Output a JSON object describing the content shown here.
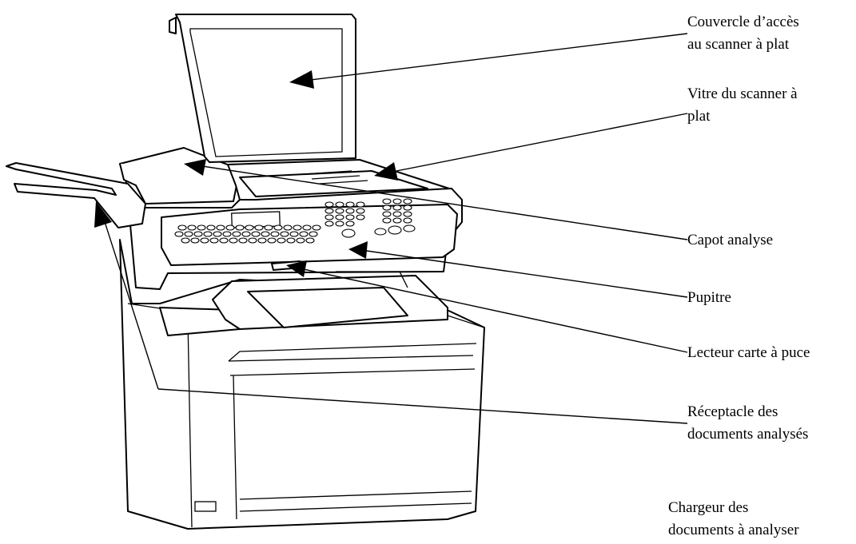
{
  "labels": {
    "couvercle": [
      "Couvercle d’accès",
      "au scanner à plat"
    ],
    "vitre": [
      "Vitre du scanner à",
      "plat"
    ],
    "capot": [
      "Capot analyse"
    ],
    "pupitre": [
      "Pupitre"
    ],
    "lecteur": [
      "Lecteur carte à puce"
    ],
    "receptacle": [
      "Réceptacle des",
      "documents analysés"
    ],
    "chargeur": [
      "Chargeur des",
      "documents à analyser"
    ]
  }
}
